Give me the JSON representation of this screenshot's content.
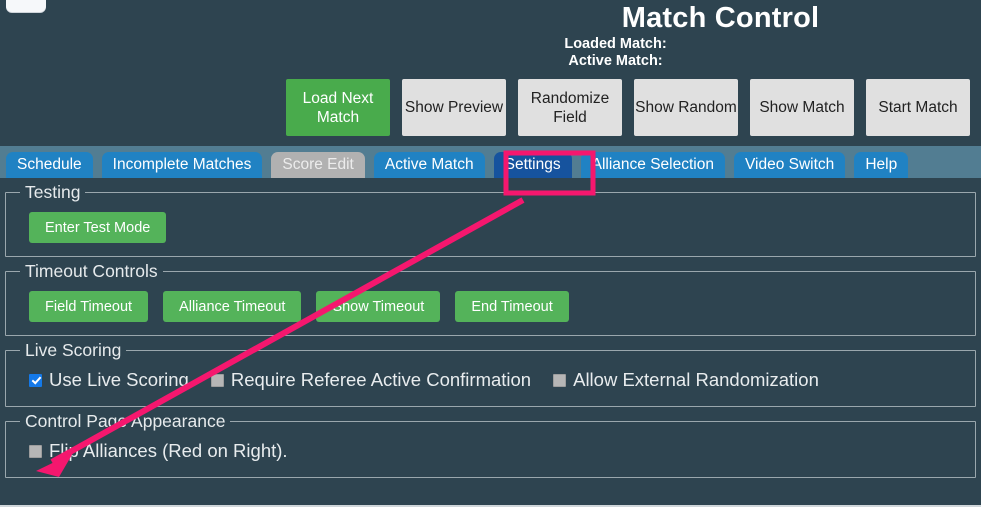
{
  "header": {
    "title": "Match Control",
    "loaded_match_label": "Loaded Match:",
    "active_match_label": "Active Match:",
    "buttons": [
      {
        "label": "Load Next Match",
        "style": "green"
      },
      {
        "label": "Show Preview",
        "style": "gray"
      },
      {
        "label": "Randomize Field",
        "style": "gray"
      },
      {
        "label": "Show Random",
        "style": "gray"
      },
      {
        "label": "Show Match",
        "style": "gray"
      },
      {
        "label": "Start Match",
        "style": "gray"
      }
    ]
  },
  "tabs": [
    {
      "label": "Schedule",
      "state": "normal"
    },
    {
      "label": "Incomplete Matches",
      "state": "normal"
    },
    {
      "label": "Score Edit",
      "state": "disabled"
    },
    {
      "label": "Active Match",
      "state": "normal"
    },
    {
      "label": "Settings",
      "state": "active"
    },
    {
      "label": "Alliance Selection",
      "state": "normal"
    },
    {
      "label": "Video Switch",
      "state": "normal"
    },
    {
      "label": "Help",
      "state": "normal"
    }
  ],
  "sections": {
    "testing": {
      "legend": "Testing",
      "enter_test_mode_label": "Enter Test Mode"
    },
    "timeout": {
      "legend": "Timeout Controls",
      "buttons": [
        "Field Timeout",
        "Alliance Timeout",
        "Show Timeout",
        "End Timeout"
      ]
    },
    "live_scoring": {
      "legend": "Live Scoring",
      "checkboxes": [
        {
          "label": "Use Live Scoring",
          "checked": true
        },
        {
          "label": "Require Referee Active Confirmation",
          "checked": false
        },
        {
          "label": "Allow External Randomization",
          "checked": false
        }
      ]
    },
    "appearance": {
      "legend": "Control Page Appearance",
      "checkboxes": [
        {
          "label": "Flip Alliances (Red on Right).",
          "checked": false
        }
      ]
    }
  },
  "annotation": {
    "highlight_color": "#f5176e",
    "highlight_target": "Settings",
    "arrow_from": "settings-tab",
    "arrow_to": "flip-alliances-checkbox"
  },
  "colors": {
    "page_background": "#2e4450",
    "tabbar_background": "#527d92",
    "tab_normal": "#2082c3",
    "tab_active": "#16539e",
    "tab_disabled": "#b1b1b1",
    "green_button": "#54b35a",
    "gray_button": "#e0e0e0",
    "checkbox_checked": "#1479e8"
  }
}
